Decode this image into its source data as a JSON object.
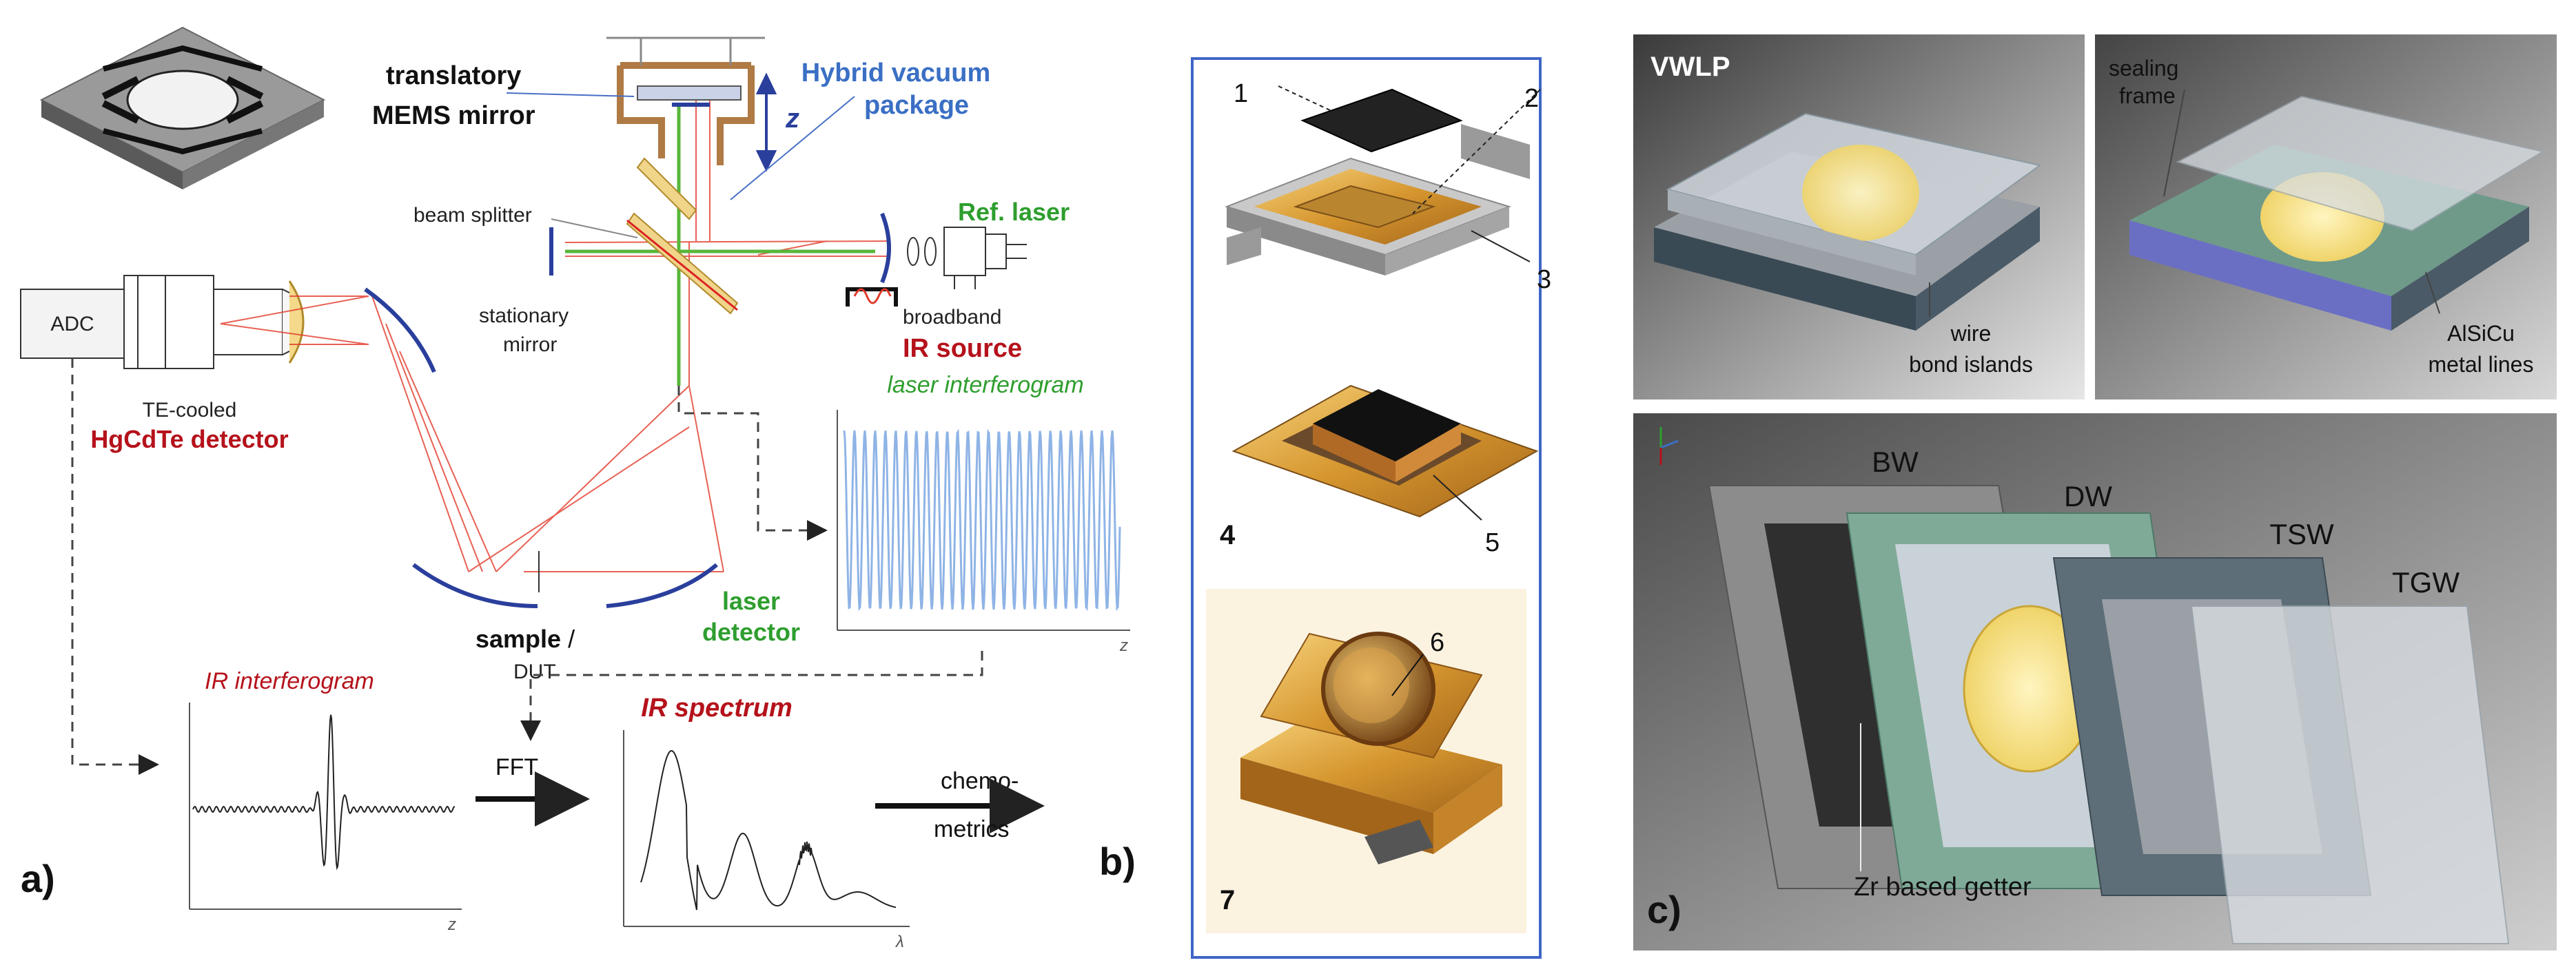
{
  "colors": {
    "blue_label": "#3a6fc4",
    "red_label": "#b5121b",
    "green_label": "#2e9e2e",
    "beam_red": "#e23a2a",
    "beam_green": "#58b63a",
    "mirror_blue": "#2a3f9c",
    "package_brown": "#b07a45",
    "laser_wave": "#8fb4e6",
    "panel_border": "#3f66c7",
    "cad_bg_dark": "#3c3c3c",
    "gold": "#e3b04a"
  },
  "panel_a": {
    "letter": "a)",
    "translatory": "translatory",
    "mems_mirror": "MEMS mirror",
    "z_axis": "z",
    "hybrid_vacuum": "Hybrid vacuum",
    "package": "package",
    "beam_splitter": "beam splitter",
    "ref_laser": "Ref. laser",
    "adc": "ADC",
    "stationary": "stationary",
    "mirror": "mirror",
    "broadband": "broadband",
    "ir_source": "IR source",
    "te_cooled": "TE-cooled",
    "hgcdte": "HgCdTe detector",
    "laser_interferogram": "laser interferogram",
    "sample": "sample",
    "sample_sep": " /",
    "dut": "DUT",
    "laser": "laser",
    "detector": "detector",
    "z_tick": "z",
    "ir_interferogram": "IR interferogram",
    "fft": "FFT",
    "ir_spectrum": "IR spectrum",
    "chemo": "chemo-",
    "metrics": "metrics",
    "z_tick2": "z",
    "lambda_tick": "λ"
  },
  "panel_b": {
    "letter": "b)",
    "n1": "1",
    "n2": "2",
    "n3": "3",
    "n4": "4",
    "n5": "5",
    "n6": "6",
    "n7": "7"
  },
  "panel_c": {
    "letter": "c)",
    "vwlp": "VWLP",
    "wire": "wire",
    "bond_islands": "bond islands",
    "sealing": "sealing",
    "frame": "frame",
    "alsicu": "AlSiCu",
    "metal_lines": "metal lines",
    "bw": "BW",
    "dw": "DW",
    "tsw": "TSW",
    "tgw": "TGW",
    "getter": "Zr based getter"
  }
}
